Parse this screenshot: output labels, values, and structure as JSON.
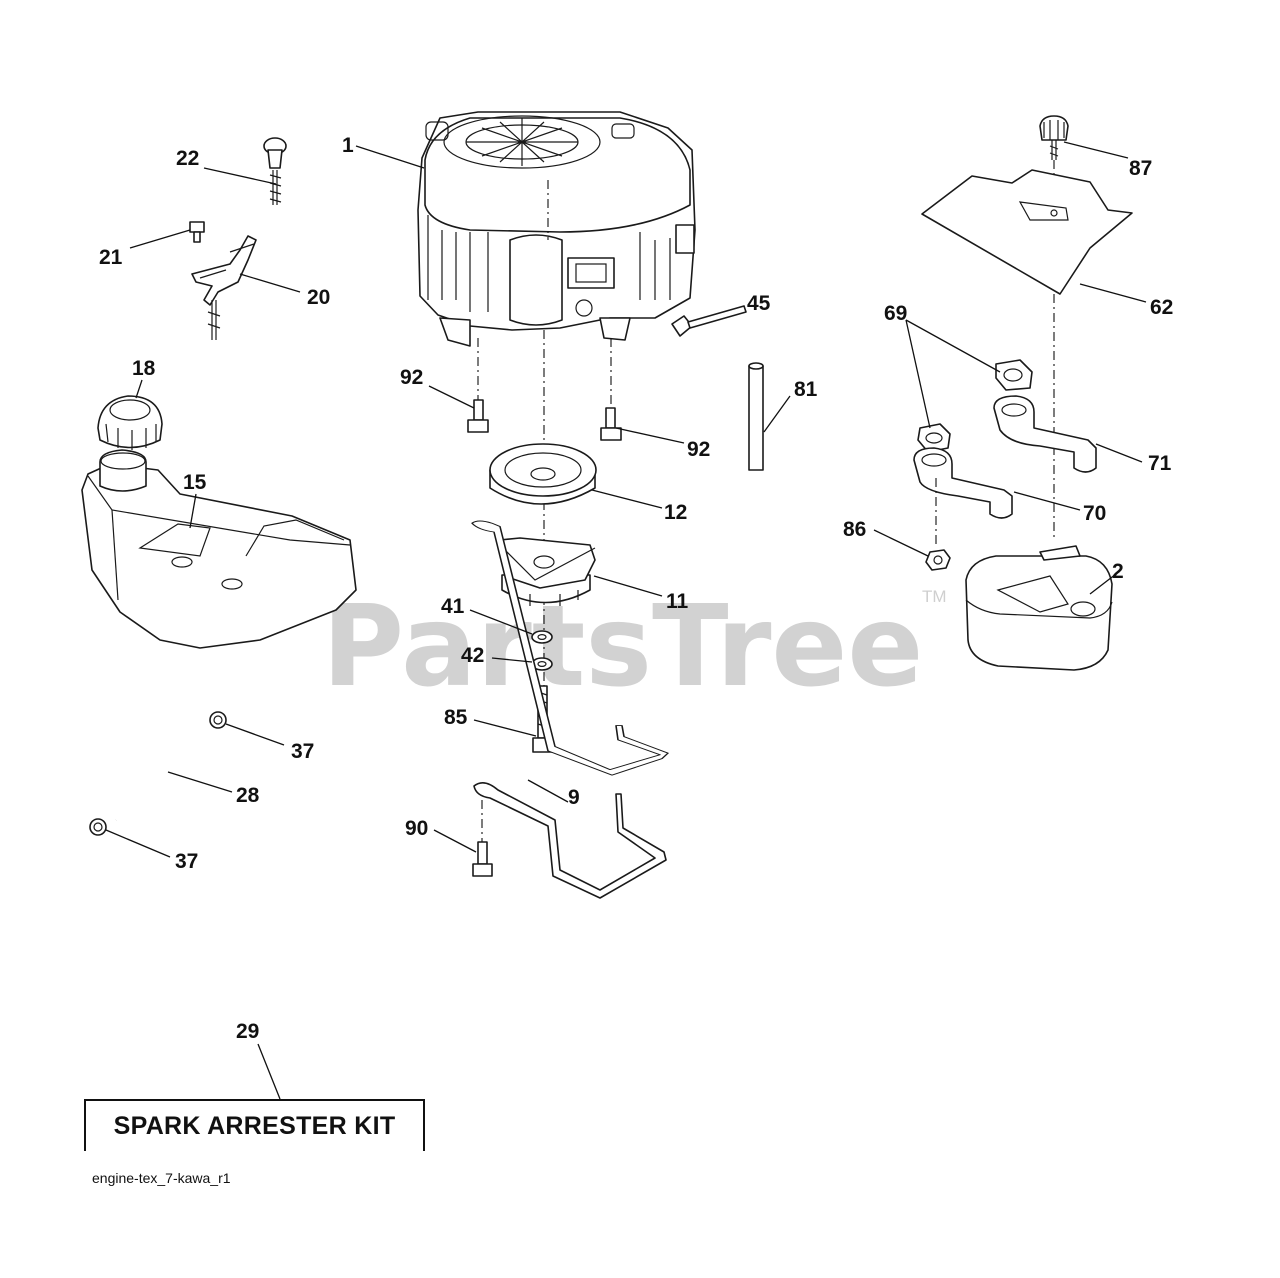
{
  "watermark": {
    "text": "PartsTree",
    "tm": "TM"
  },
  "callouts": {
    "c1": "1",
    "c2": "2",
    "c9": "9",
    "c11": "11",
    "c12": "12",
    "c15": "15",
    "c18": "18",
    "c20": "20",
    "c21": "21",
    "c22": "22",
    "c28": "28",
    "c29": "29",
    "c37a": "37",
    "c37b": "37",
    "c41": "41",
    "c42": "42",
    "c45": "45",
    "c62": "62",
    "c69": "69",
    "c70": "70",
    "c71": "71",
    "c81": "81",
    "c85": "85",
    "c86": "86",
    "c87": "87",
    "c90": "90",
    "c92a": "92",
    "c92b": "92"
  },
  "kit": {
    "label": "SPARK ARRESTER KIT"
  },
  "drawing_code": "engine-tex_7-kawa_r1"
}
